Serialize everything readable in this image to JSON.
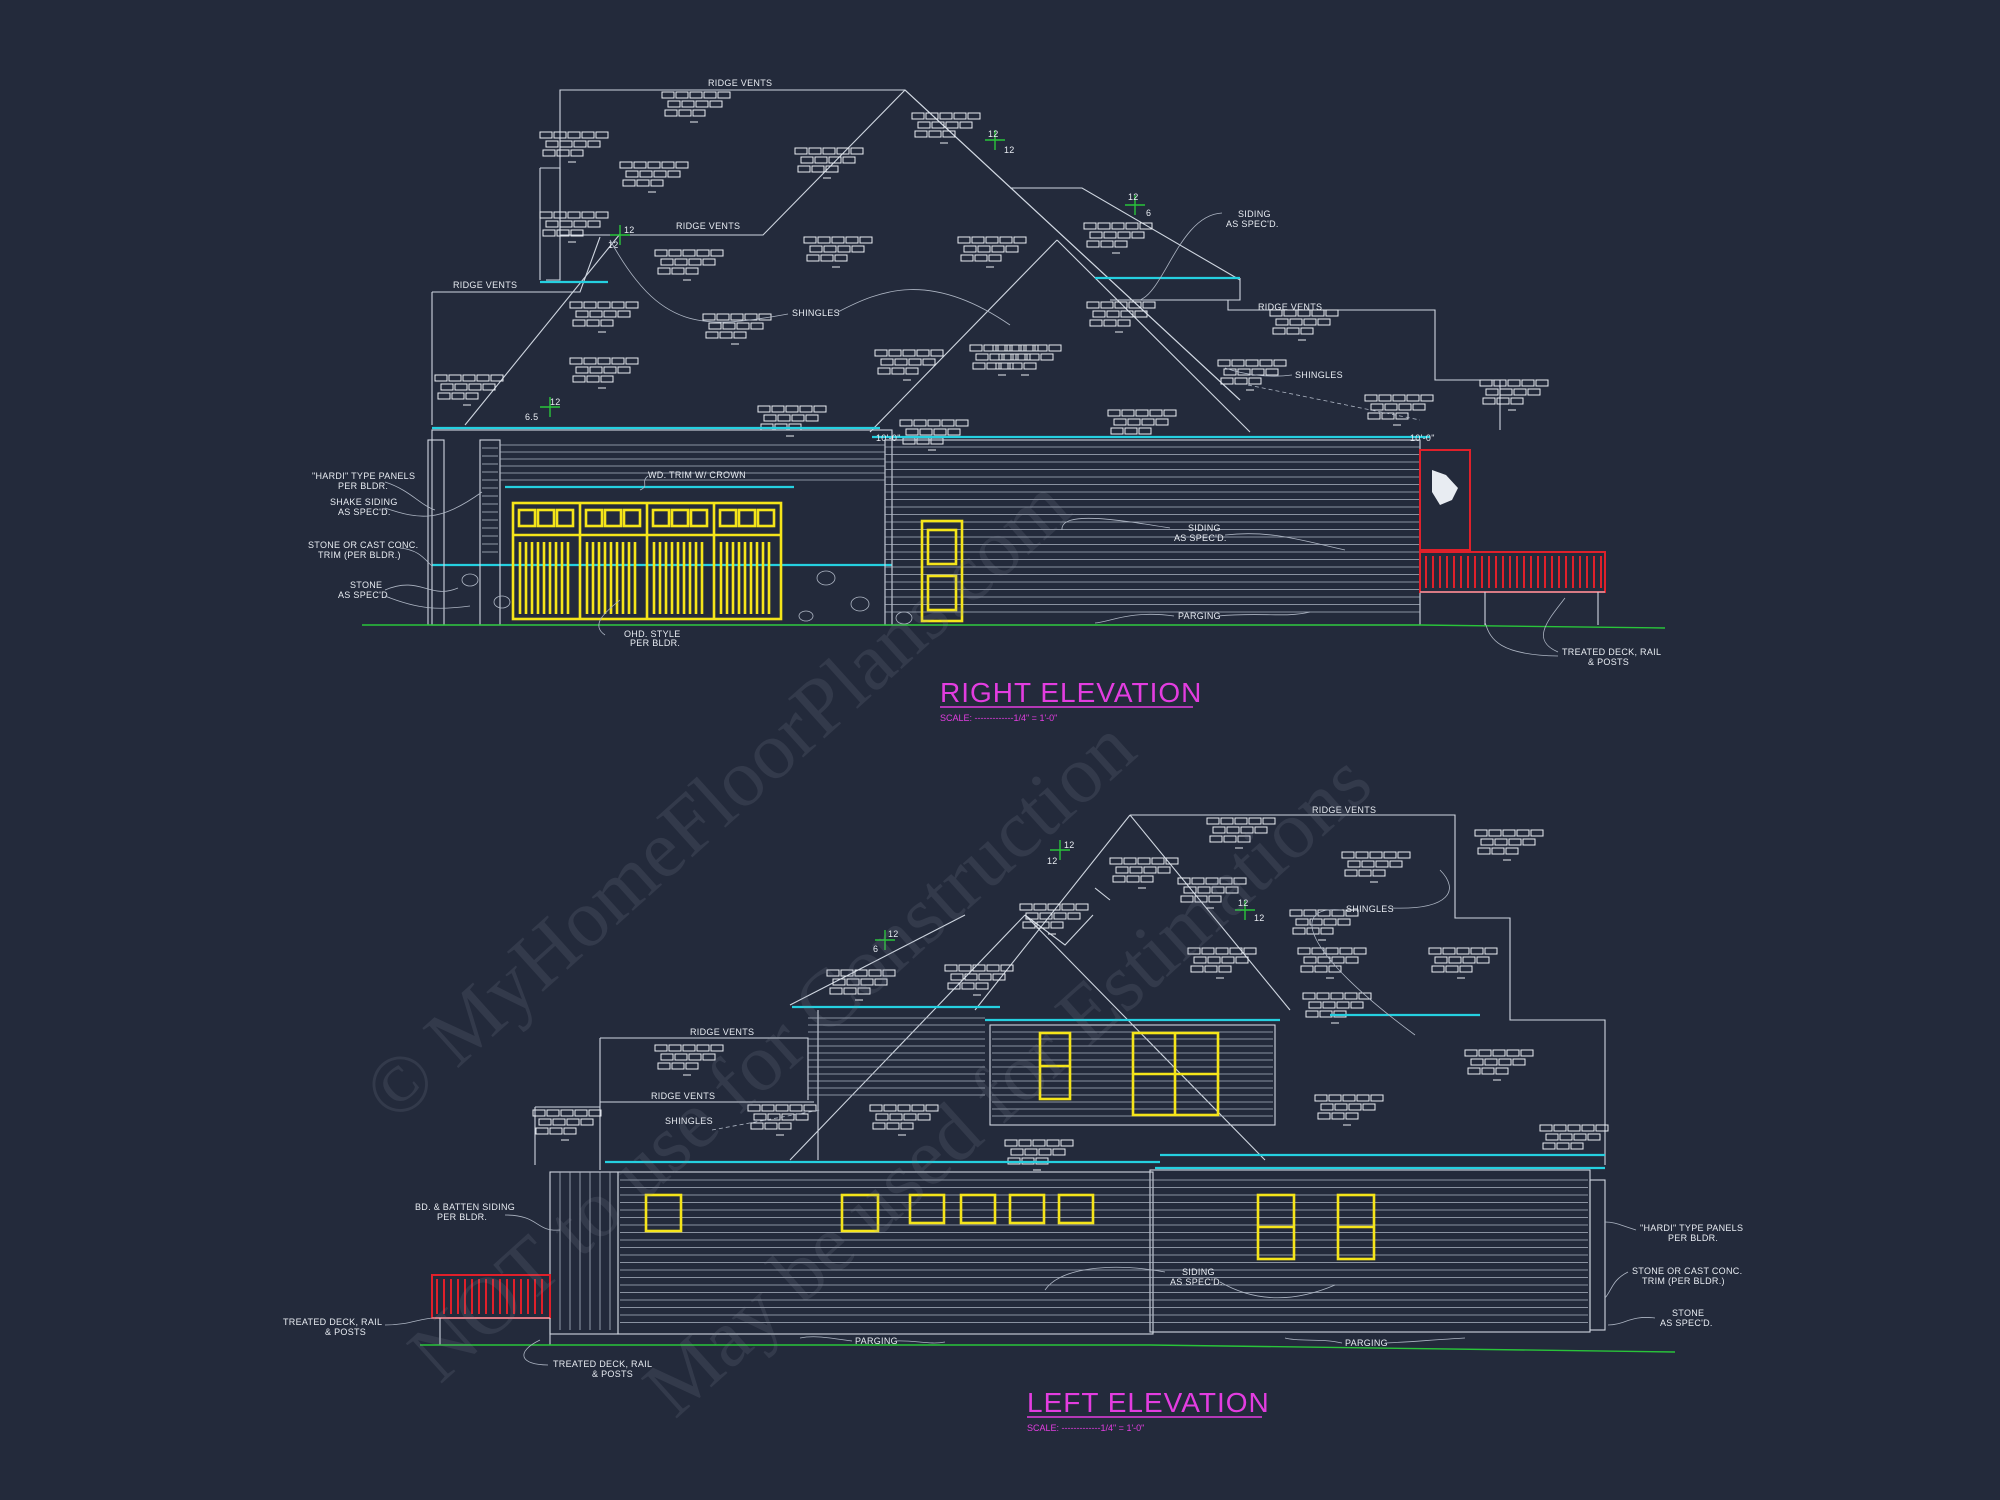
{
  "right_elevation": {
    "title": "RIGHT ELEVATION",
    "scale": "SCALE: -------------1/4\" = 1'-0\"",
    "notes": {
      "ridge_vents_1": "RIDGE VENTS",
      "ridge_vents_2": "RIDGE VENTS",
      "ridge_vents_3": "RIDGE VENTS",
      "ridge_vents_4": "RIDGE VENTS",
      "shingles_1": "SHINGLES",
      "shingles_2": "SHINGLES",
      "siding_spec_top_1": "SIDING",
      "siding_spec_top_2": "AS SPEC'D.",
      "hardi_1": "\"HARDI\" TYPE PANELS",
      "hardi_2": "PER BLDR.",
      "shake_1": "SHAKE SIDING",
      "shake_2": "AS SPEC'D.",
      "stone_trim_1": "STONE OR CAST CONC.",
      "stone_trim_2": "TRIM (PER BLDR.)",
      "stone_1": "STONE",
      "stone_2": "AS SPEC'D.",
      "wd_trim": "WD. TRIM W/ CROWN",
      "ohd_1": "OHD. STYLE",
      "ohd_2": "PER BLDR.",
      "siding_1": "SIDING",
      "siding_2": "AS SPEC'D.",
      "parging": "PARGING",
      "deck_1": "TREATED DECK, RAIL",
      "deck_2": "& POSTS",
      "dim_1": "10'-0\"",
      "dim_2": "10'-0\"",
      "dim_3": "6.5"
    },
    "pitches": {
      "p1_rise": "12",
      "p1_run": "12",
      "p2_rise": "12",
      "p2_run": "6",
      "p3_rise": "12",
      "p3_run": "12",
      "p4_rise": "12"
    }
  },
  "left_elevation": {
    "title": "LEFT ELEVATION",
    "scale": "SCALE: -------------1/4\" = 1'-0\"",
    "notes": {
      "ridge_vents_1": "RIDGE VENTS",
      "ridge_vents_2": "RIDGE VENTS",
      "ridge_vents_3": "RIDGE VENTS",
      "shingles_1": "SHINGLES",
      "shingles_2": "SHINGLES",
      "batten_1": "BD. & BATTEN SIDING",
      "batten_2": "PER BLDR.",
      "deck_a_1": "TREATED DECK, RAIL",
      "deck_a_2": "& POSTS",
      "deck_b_1": "TREATED DECK, RAIL",
      "deck_b_2": "& POSTS",
      "siding_1": "SIDING",
      "siding_2": "AS SPEC'D.",
      "parging_1": "PARGING",
      "parging_2": "PARGING",
      "hardi_1": "\"HARDI\" TYPE PANELS",
      "hardi_2": "PER BLDR.",
      "stone_trim_1": "STONE OR CAST CONC.",
      "stone_trim_2": "TRIM (PER BLDR.)",
      "stone_1": "STONE",
      "stone_2": "AS SPEC'D."
    },
    "pitches": {
      "p1_rise": "12",
      "p1_run": "12",
      "p2_rise": "12",
      "p2_run": "6",
      "p3_rise": "12",
      "p3_run": "12"
    }
  },
  "watermark": {
    "line_1": "© MyHomeFloorPlans.com",
    "line_2": "NOT to use for Construction",
    "line_3": "May be used for Estimations"
  },
  "colors": {
    "background": "#232a3b",
    "linework": "#cfd6e0",
    "trim": "#25d0e0",
    "openings": "#f5e51a",
    "deck": "#e0202a",
    "grade": "#29c43a",
    "titles": "#e33de0"
  }
}
